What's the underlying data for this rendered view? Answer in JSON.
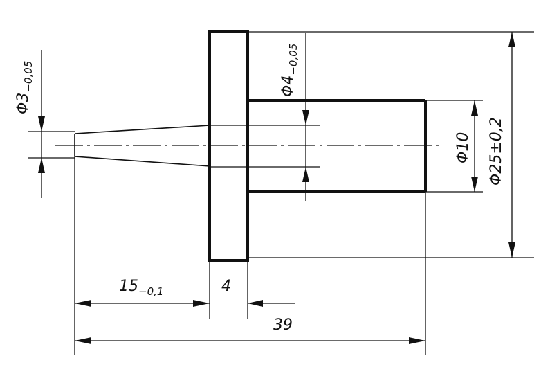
{
  "drawing": {
    "dimensions": {
      "tip_diameter": {
        "text": "Φ3",
        "tolerance": "−0,05"
      },
      "bore_diameter": {
        "text": "Φ4",
        "tolerance": "−0,05"
      },
      "boss_diameter": {
        "text": "Φ10"
      },
      "flange_diameter": {
        "text": "Φ25±0,2"
      },
      "taper_length": {
        "text": "15",
        "tolerance": "−0,1"
      },
      "flange_thickness": {
        "text": "4"
      },
      "overall_length": {
        "text": "39"
      }
    }
  }
}
